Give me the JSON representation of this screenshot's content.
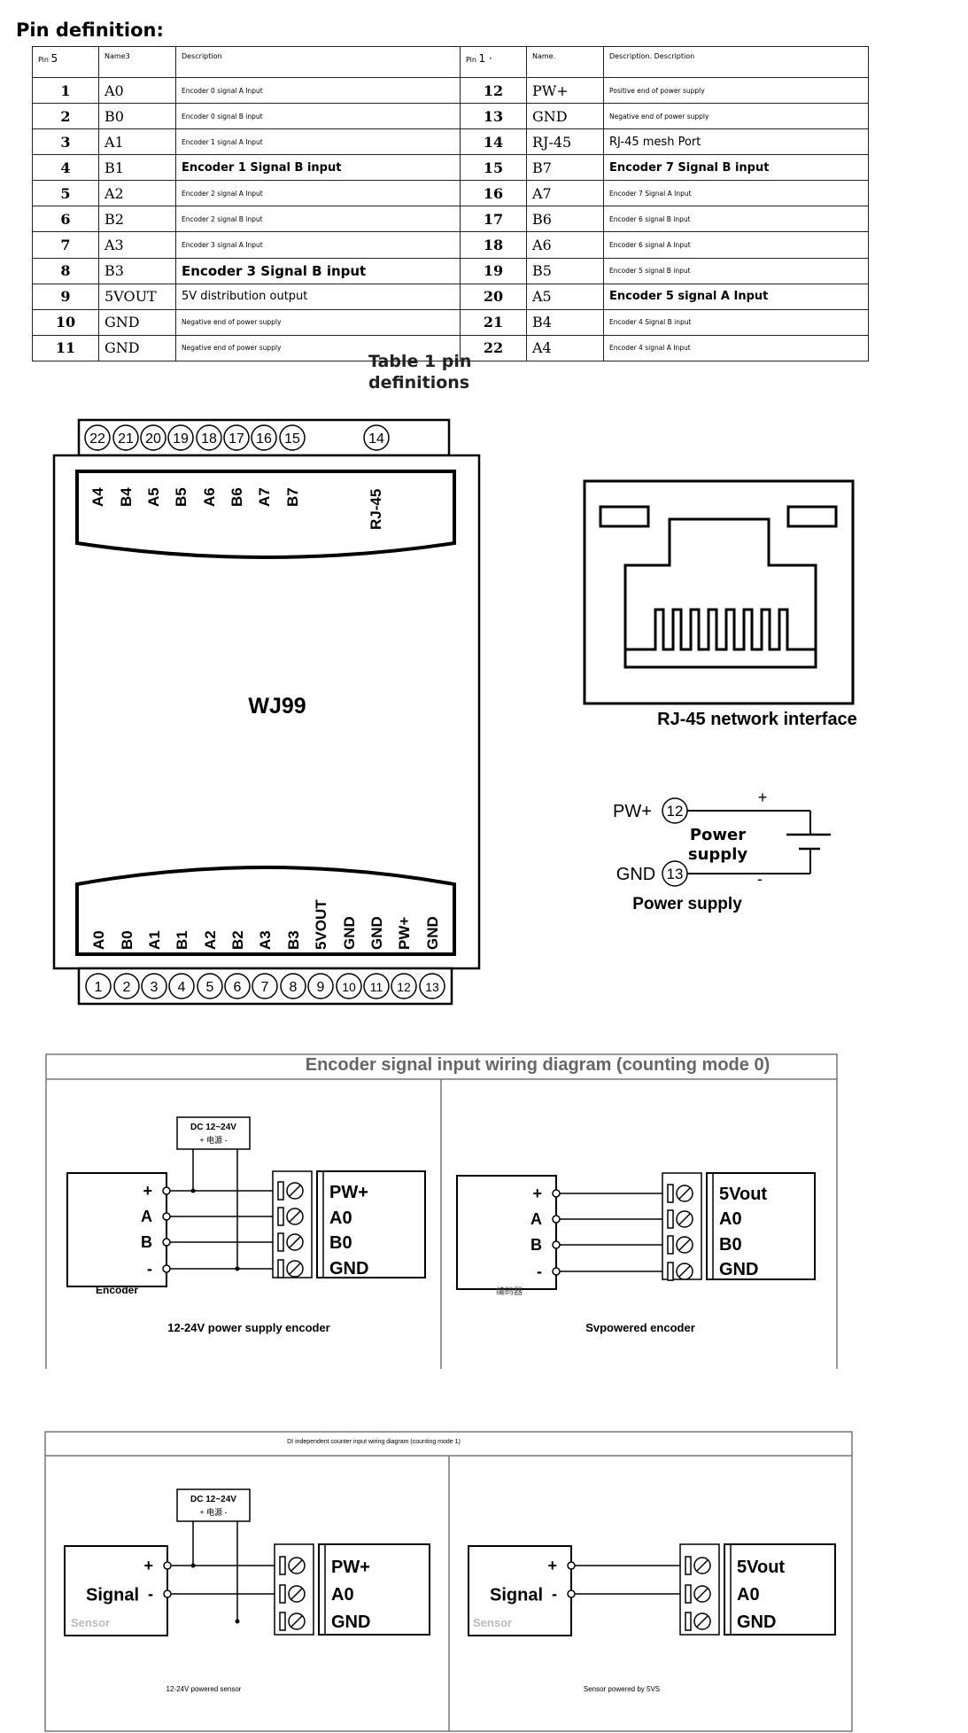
{
  "heading": "Pin definition:",
  "table": {
    "header": {
      "pin_left": "Pin",
      "pin_left_mark": "5",
      "name_left": "Name",
      "name_left_mark": "3",
      "desc_left": "Description",
      "pin_right": "Pin",
      "pin_right_mark": "1 ·",
      "name_right": "Name.",
      "desc_right": "Description. Description"
    },
    "rows": [
      {
        "pin_l": "1",
        "name_l": "A0",
        "desc_l": "Encoder 0 signal A Input",
        "pin_r": "12",
        "name_r": "PW+",
        "desc_r": "Positive end of power supply"
      },
      {
        "pin_l": "2",
        "name_l": "B0",
        "desc_l": "Encoder 0 signal B input",
        "pin_r": "13",
        "name_r": "GND",
        "desc_r": "Negative end of power supply"
      },
      {
        "pin_l": "3",
        "name_l": "A1",
        "desc_l": "Encoder 1 signal A Input",
        "pin_r": "14",
        "name_r": "RJ-45",
        "desc_r": "RJ-45 mesh Port"
      },
      {
        "pin_l": "4",
        "name_l": "B1",
        "desc_l": "Encoder 1 Signal B input",
        "pin_r": "15",
        "name_r": "B7",
        "desc_r": "Encoder 7 Signal B input"
      },
      {
        "pin_l": "5",
        "name_l": "A2",
        "desc_l": "Encoder 2 signal A Input",
        "pin_r": "16",
        "name_r": "A7",
        "desc_r": "Encoder 7 Signal A Input"
      },
      {
        "pin_l": "6",
        "name_l": "B2",
        "desc_l": "Encoder 2 signal B input",
        "pin_r": "17",
        "name_r": "B6",
        "desc_r": "Encoder 6 signal B input"
      },
      {
        "pin_l": "7",
        "name_l": "A3",
        "desc_l": "Encoder 3 signal A Input",
        "pin_r": "18",
        "name_r": "A6",
        "desc_r": "Encoder 6 signal A Input"
      },
      {
        "pin_l": "8",
        "name_l": "B3",
        "desc_l": "Encoder 3 Signal B input",
        "pin_r": "19",
        "name_r": "B5",
        "desc_r": "Encoder 5 signal B input"
      },
      {
        "pin_l": "9",
        "name_l": "5VOUT",
        "desc_l": "5V distribution output",
        "pin_r": "20",
        "name_r": "A5",
        "desc_r": "Encoder 5 signal A Input"
      },
      {
        "pin_l": "10",
        "name_l": "GND",
        "desc_l": "Negative end of power supply",
        "pin_r": "21",
        "name_r": "B4",
        "desc_r": "Encoder 4 Signal B input"
      },
      {
        "pin_l": "11",
        "name_l": "GND",
        "desc_l": "Negative end of power supply",
        "pin_r": "22",
        "name_r": "A4",
        "desc_r": "Encoder 4 signal A Input"
      }
    ]
  },
  "table_caption": "Table 1 pin definitions",
  "device": {
    "model": "WJ99",
    "top_pins": [
      "22",
      "21",
      "20",
      "19",
      "18",
      "17",
      "16",
      "15"
    ],
    "top_pin_rj": "14",
    "top_labels": [
      "A4",
      "B4",
      "A5",
      "B5",
      "A6",
      "B6",
      "A7",
      "B7"
    ],
    "top_label_rj": "RJ-45",
    "bottom_pins": [
      "1",
      "2",
      "3",
      "4",
      "5",
      "6",
      "7",
      "8",
      "9",
      "10",
      "11",
      "12",
      "13"
    ],
    "bottom_labels": [
      "A0",
      "B0",
      "A1",
      "B1",
      "A2",
      "B2",
      "A3",
      "B3",
      "5VOUT",
      "GND",
      "GND",
      "PW+",
      "GND"
    ]
  },
  "rj45_caption": "RJ-45 network interface",
  "power": {
    "pw_label": "PW+",
    "pw_pin": "12",
    "gnd_label": "GND",
    "gnd_pin": "13",
    "plus": "+",
    "minus": "-",
    "center_label": "Power supply",
    "caption": "Power supply"
  },
  "diagram1": {
    "title": "Encoder signal input wiring diagram (counting mode 0)",
    "left": {
      "dc_label": "DC 12~24V",
      "dc_sub": "+  电源  -",
      "pins": [
        "+",
        "A",
        "B",
        "-"
      ],
      "device_label": "Encoder",
      "terms": [
        "PW+",
        "A0",
        "B0",
        "GND"
      ],
      "caption": "12-24V power supply encoder"
    },
    "right": {
      "pins": [
        "+",
        "A",
        "B",
        "-"
      ],
      "device_label": "编码器",
      "terms": [
        "5Vout",
        "A0",
        "B0",
        "GND"
      ],
      "caption": "Svpowered encoder"
    }
  },
  "diagram2": {
    "title": "DI independent counter input wiring diagram (counting mode 1)",
    "left": {
      "dc_label": "DC 12~24V",
      "dc_sub": "+  电源  -",
      "pins": [
        "+",
        "-"
      ],
      "signal": "Signal",
      "device_label": "Sensor",
      "terms": [
        "PW+",
        "A0",
        "GND"
      ],
      "caption": "12-24V powered sensor"
    },
    "right": {
      "pins": [
        "+",
        "-"
      ],
      "signal": "Signal",
      "device_label": "Sensor",
      "terms": [
        "5Vout",
        "A0",
        "GND"
      ],
      "caption": "Sensor powered by 5VS"
    }
  }
}
